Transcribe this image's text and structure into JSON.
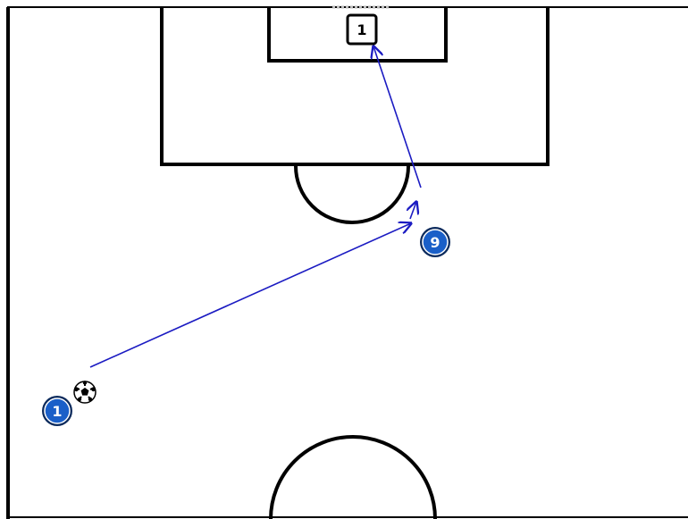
{
  "diagram": {
    "players": [
      {
        "id": "p1",
        "number": "1",
        "team": "attack"
      },
      {
        "id": "p9",
        "number": "9",
        "team": "attack"
      }
    ],
    "goalkeeper": {
      "number": "1"
    },
    "ball": "soccer-ball-icon",
    "colors": {
      "pitch_line": "#000000",
      "player_fill": "#1a5fc8",
      "player_ring": "#0b2a5c",
      "pass_arrow": "#1b1bc2",
      "background": "#ffffff"
    }
  }
}
